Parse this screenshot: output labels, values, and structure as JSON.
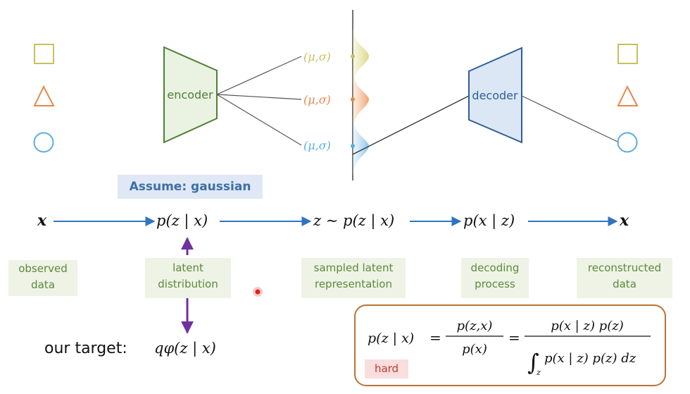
{
  "encoder_label": "encoder",
  "decoder_label": "decoder",
  "mu_sigma": [
    "(μ,σ)",
    "(μ,σ)",
    "(μ,σ)"
  ],
  "assume_label": "Assume: gaussian",
  "pipeline": {
    "x_in": "x",
    "posterior": "p(z | x)",
    "sample": "z ∼ p(z | x)",
    "likelihood": "p(x | z)",
    "x_out": "x"
  },
  "step_labels": {
    "observed": [
      "observed",
      "data"
    ],
    "latent": [
      "latent",
      "distribution"
    ],
    "sampled": [
      "sampled latent",
      "representation"
    ],
    "decoding": [
      "decoding",
      "process"
    ],
    "reconstructed": [
      "reconstructed",
      "data"
    ]
  },
  "target": {
    "label": "our target:",
    "formula": "qφ(z | x)"
  },
  "equation": {
    "lhs": "p(z | x)",
    "frac1_num": "p(z,x)",
    "frac1_den": "p(x)",
    "frac2_num": "p(x | z) p(z)",
    "frac2_den": "p(x | z) p(z) dz",
    "integral_sub": "z",
    "hard_label": "hard"
  },
  "colors": {
    "shape_yellow": "#c8c060",
    "shape_orange": "#e8874a",
    "shape_blue": "#5aaee0",
    "encoder_stroke": "#4f7f35",
    "encoder_fill": "#eaf2e2",
    "decoder_stroke": "#2f5f95",
    "decoder_fill": "#dbe7f5",
    "arrow_blue": "#2f74c0",
    "arrow_purple": "#7030a0",
    "equation_border": "#b87333"
  }
}
